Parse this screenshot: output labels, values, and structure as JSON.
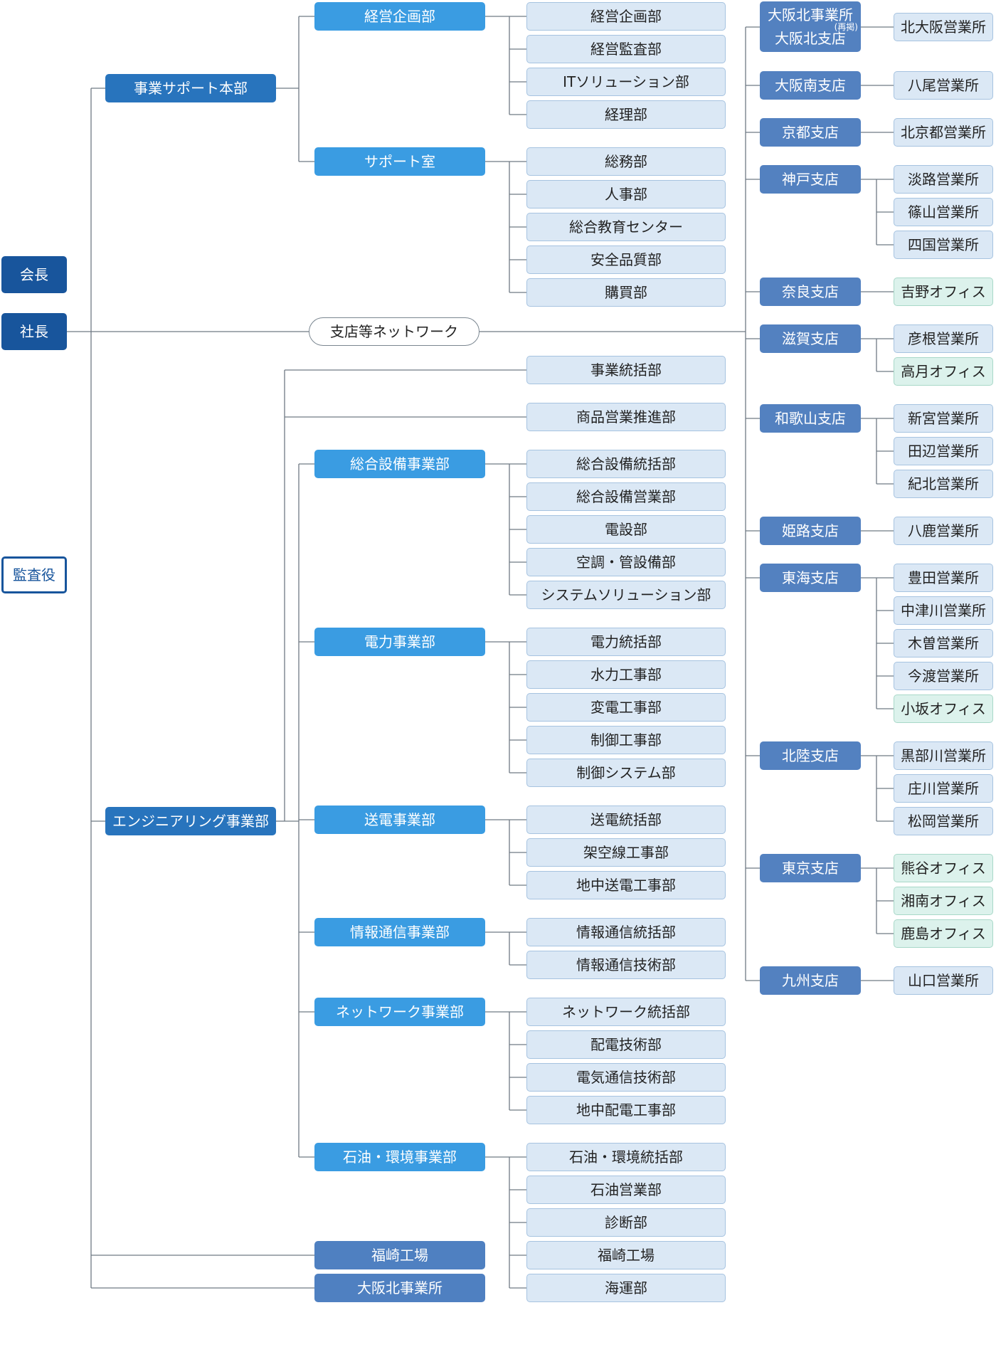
{
  "top": {
    "chairman": "会長",
    "president": "社長",
    "auditor": "監査役",
    "network": "支店等ネットワーク"
  },
  "business_support": {
    "label": "事業サポート本部",
    "management_planning_hq": {
      "label": "経営企画部",
      "departments": [
        "経営企画部",
        "経営監査部",
        "ITソリューション部",
        "経理部"
      ]
    },
    "support_office": {
      "label": "サポート室",
      "departments": [
        "総務部",
        "人事部",
        "総合教育センター",
        "安全品質部",
        "購買部"
      ]
    }
  },
  "engineering": {
    "label": "エンジニアリング事業部",
    "direct_departments": [
      "事業統括部",
      "商品営業推進部"
    ],
    "divisions": [
      {
        "label": "総合設備事業部",
        "departments": [
          "総合設備統括部",
          "総合設備営業部",
          "電設部",
          "空調・管設備部",
          "システムソリューション部"
        ]
      },
      {
        "label": "電力事業部",
        "departments": [
          "電力統括部",
          "水力工事部",
          "変電工事部",
          "制御工事部",
          "制御システム部"
        ]
      },
      {
        "label": "送電事業部",
        "departments": [
          "送電統括部",
          "架空線工事部",
          "地中送電工事部"
        ]
      },
      {
        "label": "情報通信事業部",
        "departments": [
          "情報通信統括部",
          "情報通信技術部"
        ]
      },
      {
        "label": "ネットワーク事業部",
        "departments": [
          "ネットワーク統括部",
          "配電技術部",
          "電気通信技術部",
          "地中配電工事部"
        ]
      },
      {
        "label": "石油・環境事業部",
        "departments": [
          "石油・環境統括部",
          "石油営業部",
          "診断部",
          "福崎工場",
          "海運部"
        ]
      }
    ]
  },
  "facilities": [
    "福崎工場",
    "大阪北事業所"
  ],
  "branches": [
    {
      "label": [
        "大阪北事業所",
        "(再掲)",
        "大阪北支店"
      ],
      "offices": [
        {
          "name": "北大阪営業所",
          "type": "sales"
        }
      ]
    },
    {
      "label": [
        "大阪南支店"
      ],
      "offices": [
        {
          "name": "八尾営業所",
          "type": "sales"
        }
      ]
    },
    {
      "label": [
        "京都支店"
      ],
      "offices": [
        {
          "name": "北京都営業所",
          "type": "sales"
        }
      ]
    },
    {
      "label": [
        "神戸支店"
      ],
      "offices": [
        {
          "name": "淡路営業所",
          "type": "sales"
        },
        {
          "name": "篠山営業所",
          "type": "sales"
        },
        {
          "name": "四国営業所",
          "type": "sales"
        }
      ]
    },
    {
      "label": [
        "奈良支店"
      ],
      "offices": [
        {
          "name": "吉野オフィス",
          "type": "office"
        }
      ]
    },
    {
      "label": [
        "滋賀支店"
      ],
      "offices": [
        {
          "name": "彦根営業所",
          "type": "sales"
        },
        {
          "name": "高月オフィス",
          "type": "office"
        }
      ]
    },
    {
      "label": [
        "和歌山支店"
      ],
      "offices": [
        {
          "name": "新宮営業所",
          "type": "sales"
        },
        {
          "name": "田辺営業所",
          "type": "sales"
        },
        {
          "name": "紀北営業所",
          "type": "sales"
        }
      ]
    },
    {
      "label": [
        "姫路支店"
      ],
      "offices": [
        {
          "name": "八鹿営業所",
          "type": "sales"
        }
      ]
    },
    {
      "label": [
        "東海支店"
      ],
      "offices": [
        {
          "name": "豊田営業所",
          "type": "sales"
        },
        {
          "name": "中津川営業所",
          "type": "sales"
        },
        {
          "name": "木曽営業所",
          "type": "sales"
        },
        {
          "name": "今渡営業所",
          "type": "sales"
        },
        {
          "name": "小坂オフィス",
          "type": "office"
        }
      ]
    },
    {
      "label": [
        "北陸支店"
      ],
      "offices": [
        {
          "name": "黒部川営業所",
          "type": "sales"
        },
        {
          "name": "庄川営業所",
          "type": "sales"
        },
        {
          "name": "松岡営業所",
          "type": "sales"
        }
      ]
    },
    {
      "label": [
        "東京支店"
      ],
      "offices": [
        {
          "name": "熊谷オフィス",
          "type": "office"
        },
        {
          "name": "湘南オフィス",
          "type": "office"
        },
        {
          "name": "鹿島オフィス",
          "type": "office"
        }
      ]
    },
    {
      "label": [
        "九州支店"
      ],
      "offices": [
        {
          "name": "山口営業所",
          "type": "sales"
        }
      ]
    }
  ]
}
